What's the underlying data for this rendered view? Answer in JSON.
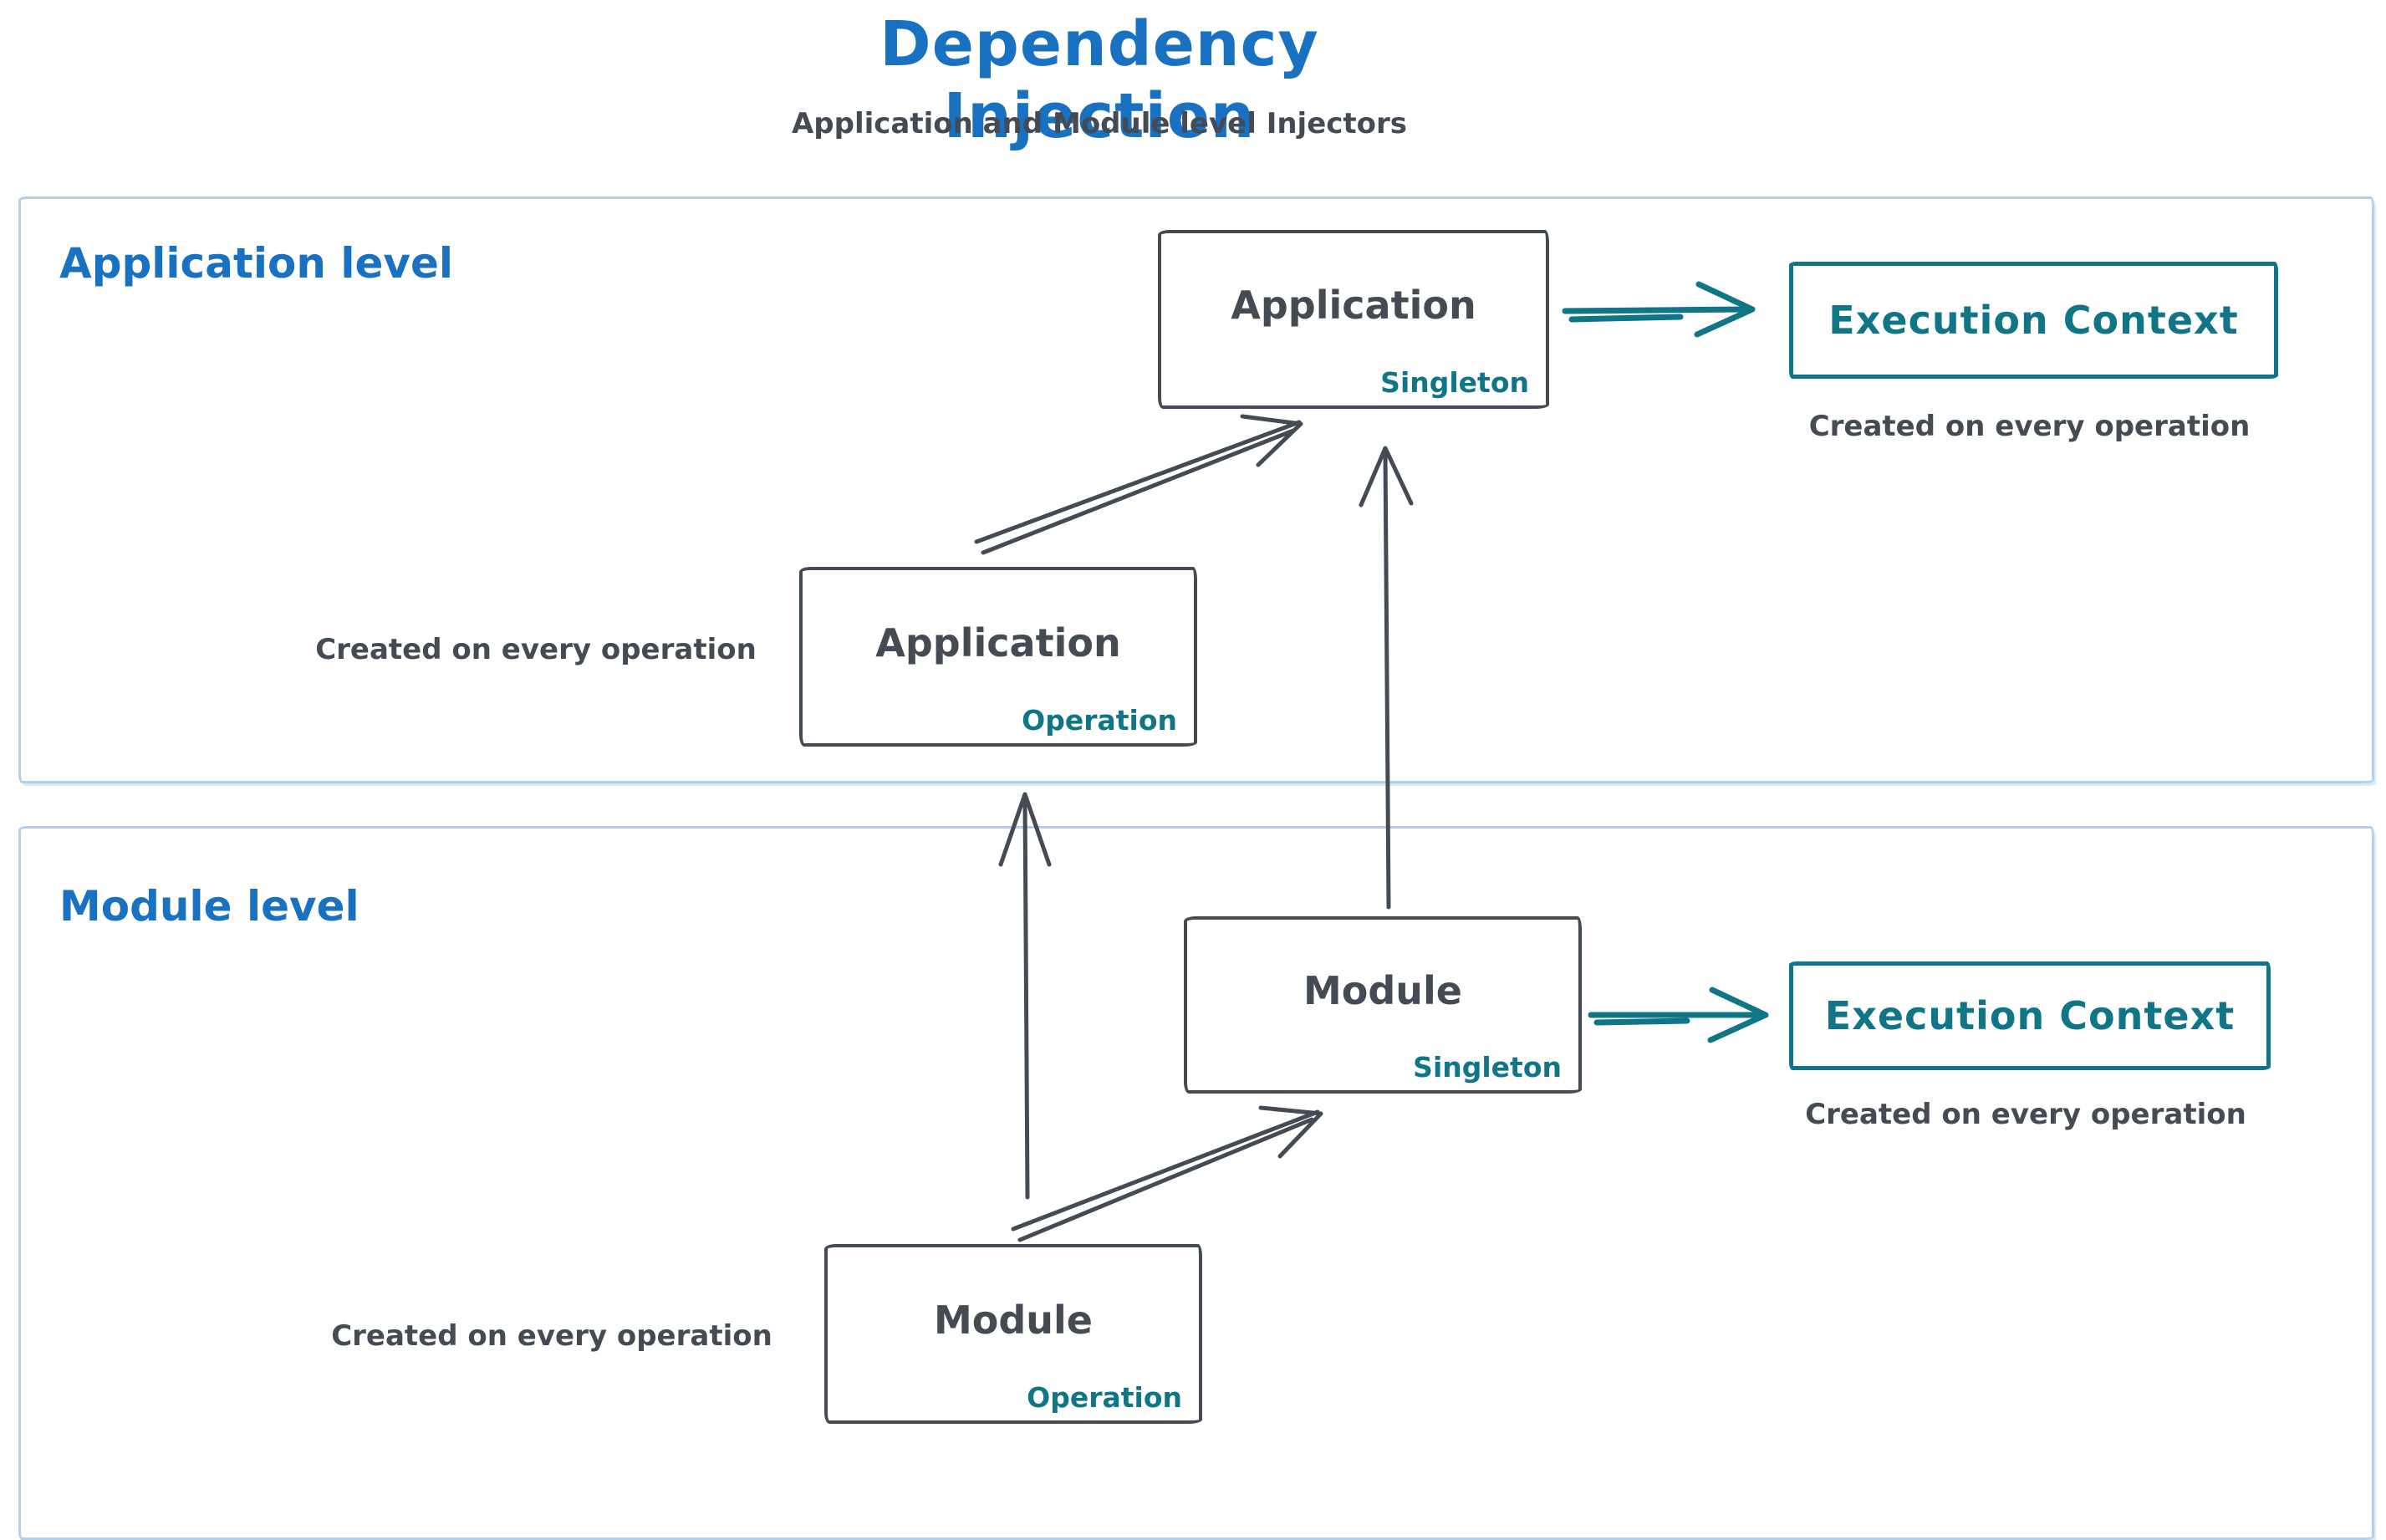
{
  "header": {
    "title": "Dependency Injection",
    "subtitle": "Application and Module level Injectors"
  },
  "colors": {
    "title_blue": "#1971c2",
    "teal": "#0f7587",
    "ink_gray": "#454b54",
    "section_border_blue": "#b5cfe9",
    "background": "#ffffff"
  },
  "application_level": {
    "label": "Application level",
    "singleton_box": {
      "title": "Application",
      "badge": "Singleton"
    },
    "operation_box": {
      "title": "Application",
      "badge": "Operation"
    },
    "operation_caption": "Created on every operation",
    "execution_box": {
      "label": "Execution Context"
    },
    "execution_caption": "Created on every operation"
  },
  "module_level": {
    "label": "Module level",
    "singleton_box": {
      "title": "Module",
      "badge": "Singleton"
    },
    "operation_box": {
      "title": "Module",
      "badge": "Operation"
    },
    "operation_caption": "Created on every operation",
    "execution_box": {
      "label": "Execution Context"
    },
    "execution_caption": "Created on every operation"
  },
  "arrows": [
    {
      "name": "application-operation-to-application-singleton",
      "style": "dark-double-line"
    },
    {
      "name": "module-singleton-to-application-singleton",
      "style": "dark-vertical"
    },
    {
      "name": "module-operation-to-application-operation",
      "style": "dark-vertical"
    },
    {
      "name": "module-operation-to-module-singleton",
      "style": "dark-double-line"
    },
    {
      "name": "application-singleton-to-execution-context",
      "style": "teal-horizontal"
    },
    {
      "name": "module-singleton-to-execution-context",
      "style": "teal-horizontal"
    }
  ]
}
